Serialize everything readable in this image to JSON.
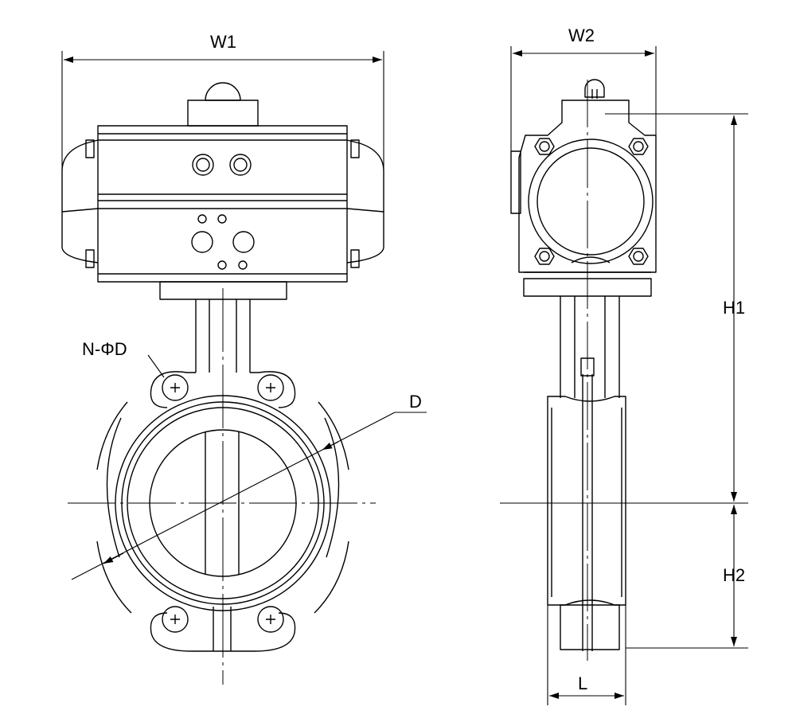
{
  "labels": {
    "w1": "W1",
    "w2": "W2",
    "h1": "H1",
    "h2": "H2",
    "l": "L",
    "d": "D",
    "nphid": "N-ΦD"
  },
  "colors": {
    "line": "#000000",
    "background": "#ffffff",
    "fill": "#ffffff"
  }
}
